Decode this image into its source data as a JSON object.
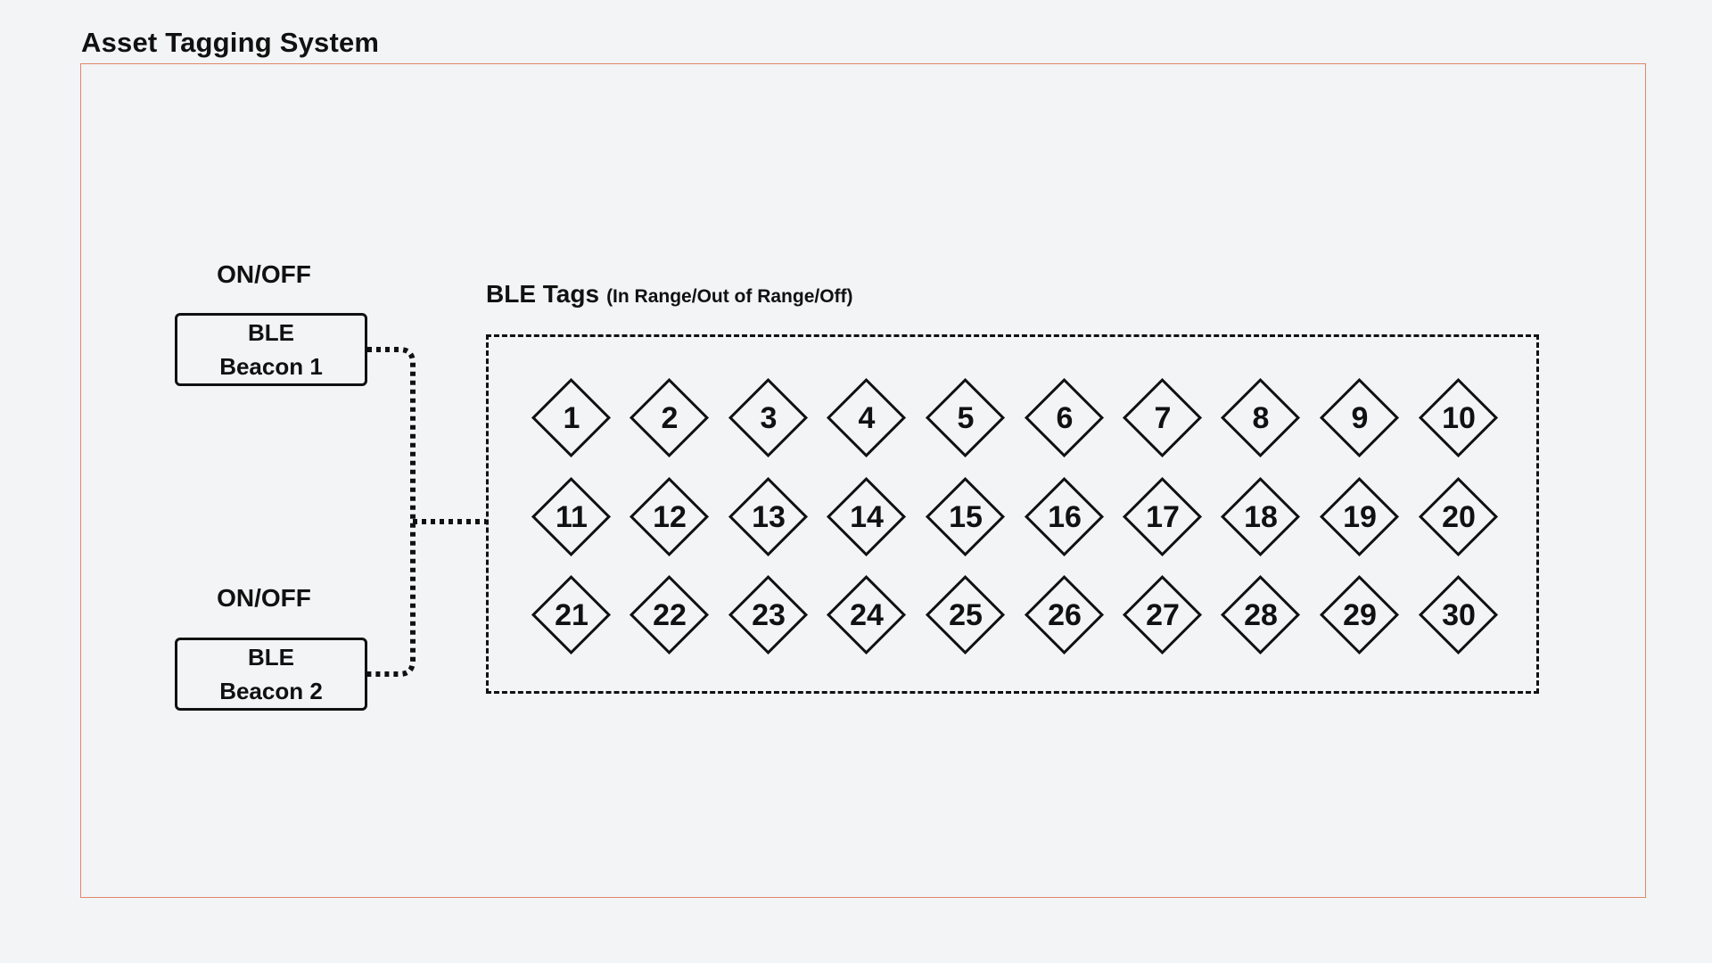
{
  "title": "Asset Tagging System",
  "colors": {
    "background": "#f3f4f6",
    "frame_border": "#e0876a",
    "ink": "#111111"
  },
  "beacons": [
    {
      "power_label": "ON/OFF",
      "name_line1": "BLE",
      "name_line2": "Beacon 1"
    },
    {
      "power_label": "ON/OFF",
      "name_line1": "BLE",
      "name_line2": "Beacon 2"
    }
  ],
  "tags_section": {
    "heading": "BLE Tags",
    "subheading": "(In Range/Out  of Range/Off)",
    "tags": [
      "1",
      "2",
      "3",
      "4",
      "5",
      "6",
      "7",
      "8",
      "9",
      "10",
      "11",
      "12",
      "13",
      "14",
      "15",
      "16",
      "17",
      "18",
      "19",
      "20",
      "21",
      "22",
      "23",
      "24",
      "25",
      "26",
      "27",
      "28",
      "29",
      "30"
    ]
  }
}
